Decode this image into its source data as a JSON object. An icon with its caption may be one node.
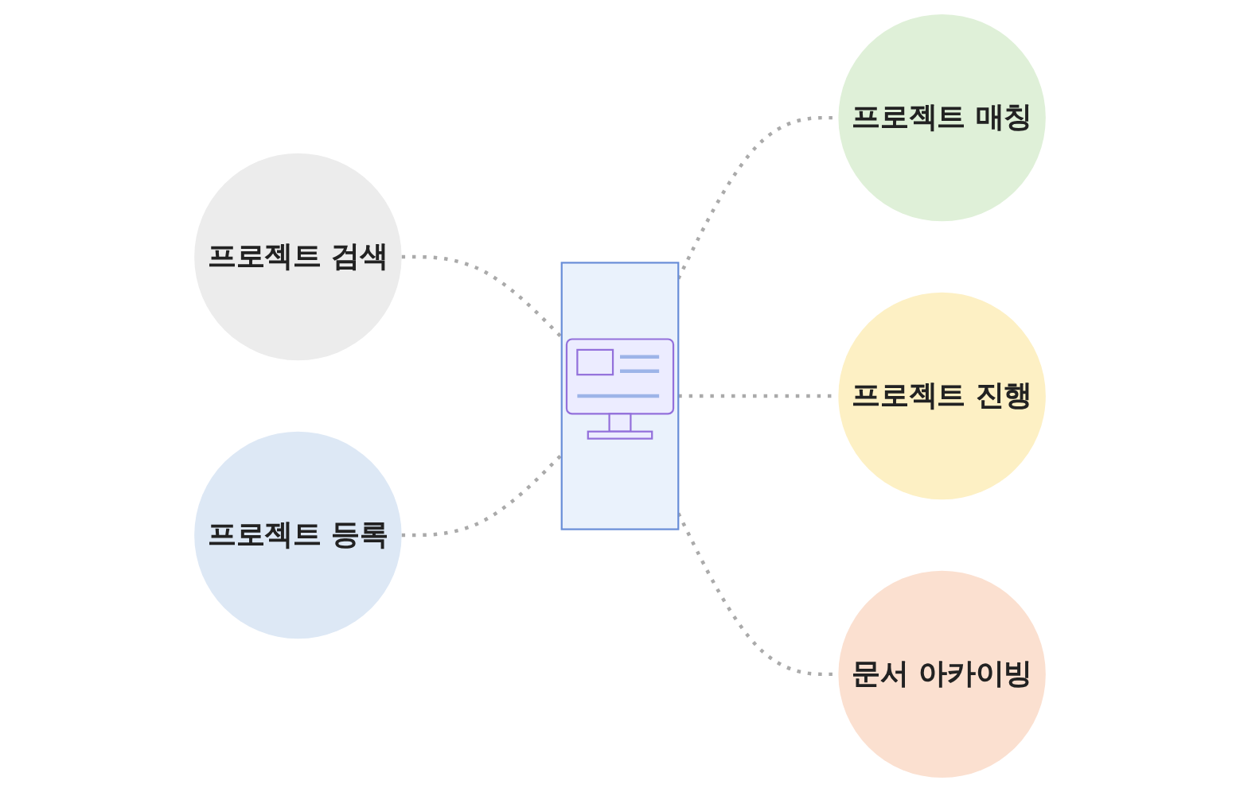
{
  "diagram": {
    "nodes": [
      {
        "text": [
          "프로젝트 매칭"
        ]
      },
      {
        "text": [
          "프로젝트 검색"
        ]
      },
      {
        "text": [
          "프로젝트 진행"
        ]
      },
      {
        "text": [
          "프로젝트 등록"
        ]
      },
      {
        "text": [
          "문서 아카이빙"
        ]
      },
      {
        "text": [],
        "shape": "picture"
      }
    ],
    "edges": [
      {
        "from": 1,
        "to": 5,
        "arrow": "none",
        "style": "dashed"
      },
      {
        "from": 3,
        "to": 5,
        "arrow": "none",
        "style": "dashed"
      },
      {
        "from": 5,
        "to": 0,
        "arrow": "none",
        "style": "dashed"
      },
      {
        "from": 5,
        "to": 2,
        "arrow": "none",
        "style": "dashed"
      },
      {
        "from": 5,
        "to": 4,
        "arrow": "none",
        "style": "dashed"
      }
    ]
  }
}
